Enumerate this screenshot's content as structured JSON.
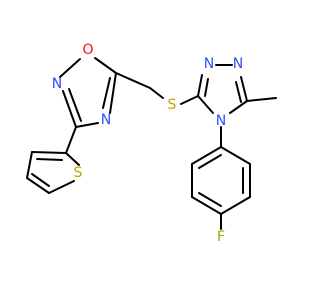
{
  "molecule": {
    "atoms": {
      "o1": "O",
      "n2": "N",
      "n4": "N",
      "s_link": "S",
      "s_thiophene": "S",
      "n_tri1": "N",
      "n_tri2": "N",
      "n_tri4": "N",
      "f": "F"
    }
  },
  "colors": {
    "bond": "#000000",
    "oxygen": "#ff0d0d",
    "nitrogen": "#3050f8",
    "sulfur": "#c6a100",
    "fluorine": "#8fb000"
  }
}
